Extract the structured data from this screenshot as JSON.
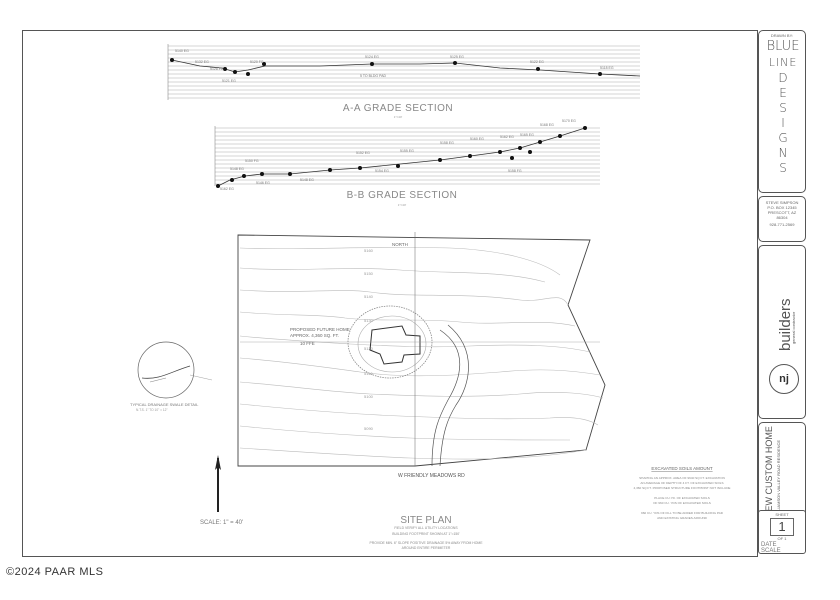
{
  "sections": {
    "aa_title": "A-A GRADE SECTION",
    "bb_title": "B-B GRADE SECTION",
    "aa_scale": "1\"=40'",
    "bb_scale": "1\"=40'"
  },
  "site_plan": {
    "title": "SITE PLAN",
    "note_line1": "FIELD VERIFY ALL UTILITY LOCATIONS",
    "note_line2": "BUILDING FOOTPRINT SHOWN AT 1\"=150'",
    "note_line3": "PROVIDE MIN. 6\" SLOPE POSITIVE DRAINAGE 5% AWAY FROM HOME",
    "note_line4": "AROUND ENTIRE PERIMETER",
    "scale": "SCALE: 1\" = 40'",
    "road_label": "W FRIENDLY MEADOWS RD",
    "house_label_1": "PROPOSED FUTURE HOME",
    "house_label_2": "APPROX. 4,360 SQ. FT.",
    "house_label_3": "10 FFE",
    "north_label": "NORTH",
    "detail_title": "TYPICAL DRAINAGE SWALE DETAIL",
    "detail_scale": "N.T.S. 1\" TO 10\" = 12\""
  },
  "excavation": {
    "title": "EXCAVATED SOILS AMOUNT",
    "lines": [
      "SHAPING AN APPROX. AREA OF 9640 SQ FT. EXCAVATION",
      "AN AVERAGE OF DEPTH OF 4 FT. OF EXCAVATED SOILS",
      "4,360 SQ FT. PROPOSED STRUCTURE FOOTPRINT NOT INCLUDE",
      "",
      "PLACE CU.YD. OF EXCAVATED SOILS",
      "OF 960 CU. YDS OF EXCAVATED SOILS",
      "",
      "960 CU. YDS OF FILL TO BE ADDED FOR BUILDING PAD",
      "AND EXISTING GRADES AROUND"
    ]
  },
  "titleblock": {
    "drawn_by": "DRAWN BY:",
    "firm_word1": "BLUE",
    "firm_word2": "LINE",
    "firm_letters": [
      "D",
      "E",
      "S",
      "I",
      "G",
      "N",
      "S"
    ],
    "designer": "STEVE SIMPSON",
    "address_1": "P.O. BOX 12345",
    "address_2": "PRESCOTT, AZ",
    "address_3": "86304",
    "phone": "928-771-2569",
    "builder_logo": "nj",
    "builder_name": "builders",
    "builder_sub": "general contractor",
    "project_title": "NEW CUSTOM HOME",
    "project_sub": "WILLIAMSON VALLEY ROAD RESIDENCE",
    "sheet_label": "SHEET",
    "sheet_number": "1",
    "sheet_of": "OF 1",
    "date_label": "DATE",
    "scale_label": "SCALE"
  },
  "watermark": "©2024 PAAR MLS"
}
